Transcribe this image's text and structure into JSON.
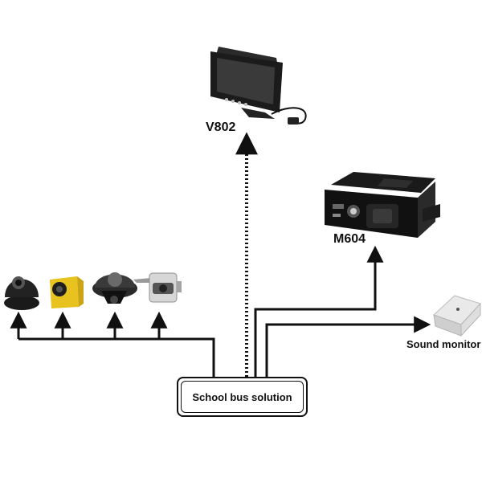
{
  "diagram": {
    "center": {
      "label": "School bus solution"
    },
    "devices": [
      {
        "id": "monitor",
        "label": "V802",
        "icon": "lcd-monitor-icon"
      },
      {
        "id": "dvr",
        "label": "M604",
        "icon": "mobile-dvr-icon"
      },
      {
        "id": "sound",
        "label": "Sound monitor",
        "icon": "sound-monitor-icon"
      }
    ],
    "cameras": [
      {
        "icon": "dome-camera-icon",
        "color": "#1a1a1a"
      },
      {
        "icon": "side-camera-icon",
        "color": "#e8c21e"
      },
      {
        "icon": "vandal-dome-camera-icon",
        "color": "#222222"
      },
      {
        "icon": "rear-view-camera-icon",
        "color": "#cfcfcf"
      }
    ],
    "line_color": "#111111"
  }
}
